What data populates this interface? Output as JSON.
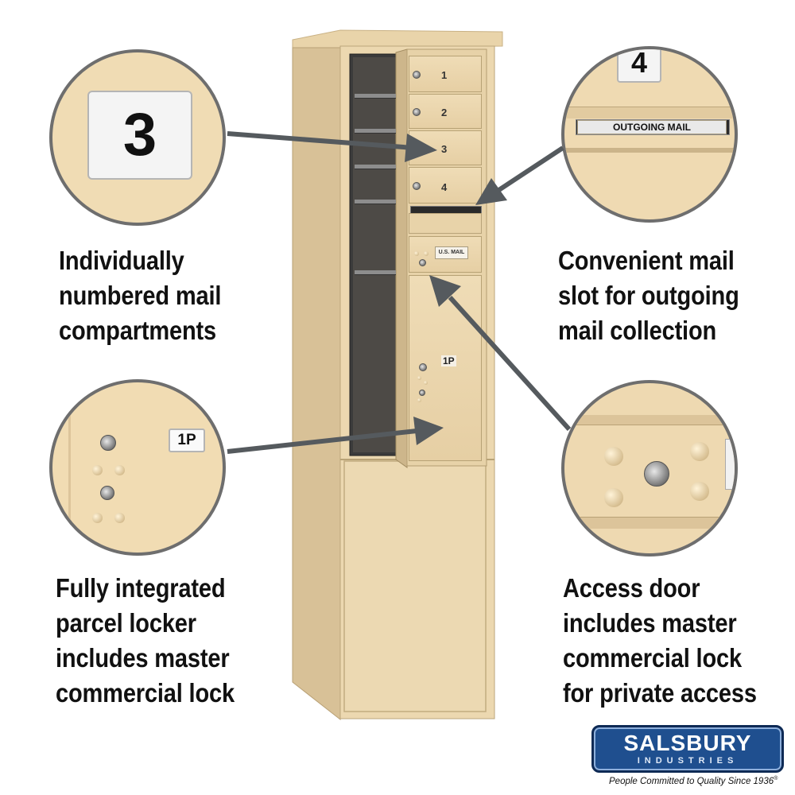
{
  "zoom_callouts": {
    "compartment_number": "3",
    "outgoing_compartment_number": "4",
    "outgoing_label": "OUTGOING MAIL",
    "parcel_label": "1P"
  },
  "cabinet": {
    "compartment_numbers": [
      "1",
      "2",
      "3",
      "4"
    ],
    "parcel_label": "1P",
    "door_label": "U.S. MAIL"
  },
  "captions": {
    "top_left": "Individually\nnumbered mail\ncompartments",
    "top_right": "Convenient mail\nslot for outgoing\nmail collection",
    "bottom_left": "Fully integrated\nparcel locker\nincludes master\ncommercial lock",
    "bottom_right": "Access door\nincludes master\ncommercial lock\nfor private access"
  },
  "brand": {
    "name": "SALSBURY",
    "sub": "INDUSTRIES",
    "tagline": "People Committed to Quality Since 1936",
    "registered": "®"
  },
  "colors": {
    "cabinet": "#ecd8b0",
    "arrow": "#555a5e",
    "logo_bg": "#1f4f8f"
  }
}
